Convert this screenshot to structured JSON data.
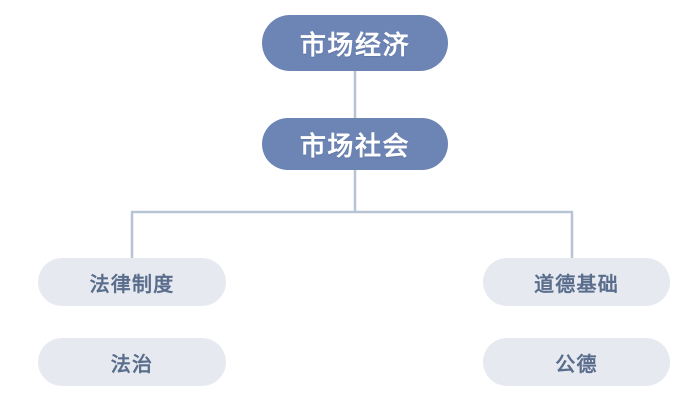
{
  "diagram": {
    "type": "hierarchy-tree",
    "title": "",
    "background_color": "#ffffff",
    "palette": {
      "primary_fill": "#6d85b5",
      "primary_text": "#ffffff",
      "secondary_fill": "#e6eaf0",
      "secondary_text": "#5a6d8c",
      "connector": "#b7c4d4"
    },
    "nodes": {
      "market_economy": {
        "label": "市场经济",
        "level": 1,
        "style": "primary"
      },
      "market_society": {
        "label": "市场社会",
        "level": 2,
        "style": "primary"
      },
      "legal_system": {
        "label": "法律制度",
        "level": 3,
        "style": "secondary",
        "branch": "left"
      },
      "rule_of_law": {
        "label": "法治",
        "level": 4,
        "style": "secondary",
        "branch": "left"
      },
      "moral_foundation": {
        "label": "道德基础",
        "level": 3,
        "style": "secondary",
        "branch": "right"
      },
      "public_morality": {
        "label": "公德",
        "level": 4,
        "style": "secondary",
        "branch": "right"
      }
    },
    "edges": [
      {
        "from": "market_economy",
        "to": "market_society"
      },
      {
        "from": "market_society",
        "to": "legal_system"
      },
      {
        "from": "market_society",
        "to": "moral_foundation"
      }
    ]
  }
}
